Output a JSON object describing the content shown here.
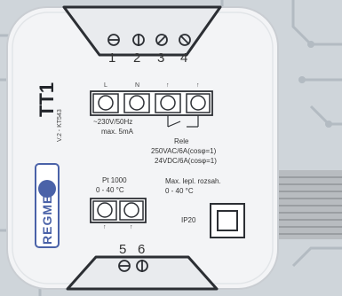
{
  "device": {
    "model": "TT1",
    "version": "V.2 - KT543",
    "brand": "REGMET",
    "colors": {
      "housing": "#f3f4f6",
      "housing_edge": "#c9cdd2",
      "background": "#cfd5da",
      "circuit": "#aeb6bd",
      "print": "#2f3238",
      "badge_blue": "#4a62a8"
    }
  },
  "top_terminals": {
    "numbers": [
      "1",
      "2",
      "3",
      "4"
    ],
    "symbols": [
      "minus-screw",
      "phi-screw",
      "slash-screw",
      "slash-screw"
    ]
  },
  "bottom_terminals": {
    "numbers": [
      "5",
      "6"
    ],
    "symbols": [
      "minus-screw",
      "phi-screw"
    ]
  },
  "power": {
    "block_labels": [
      "L",
      "N",
      "↑",
      "↑"
    ],
    "supply": "~230V/50Hz",
    "power_max": "max. 5mA"
  },
  "relay": {
    "label": "Rele",
    "rating_ac": "250VAC/6A(cosφ=1)",
    "rating_dc": "24VDC/6A(cosφ=1)"
  },
  "sensor": {
    "type": "Pt 1000",
    "range": "0 - 40 °C",
    "block_labels": [
      "↑",
      "↑"
    ]
  },
  "ambient": {
    "label": "Max. lepl. rozsah.",
    "range": "0 - 40 °C",
    "ip": "IP20"
  }
}
